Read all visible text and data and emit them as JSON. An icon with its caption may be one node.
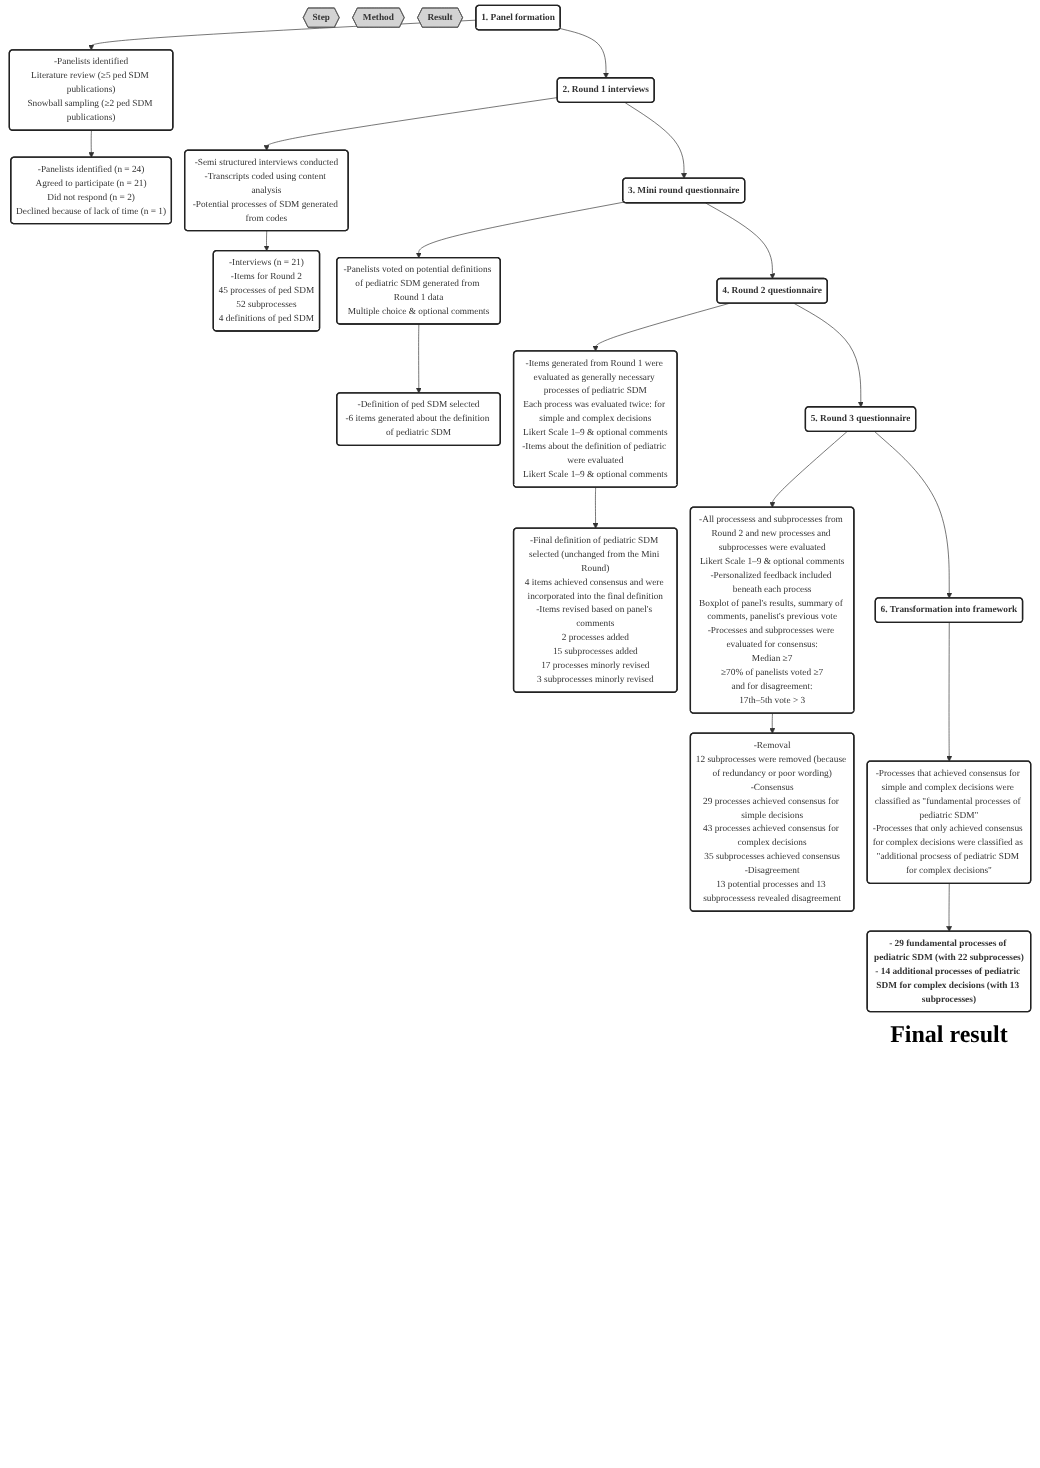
{
  "diagram": {
    "nodes": [
      {
        "text": [
          "Step"
        ]
      },
      {
        "text": [
          "Method"
        ]
      },
      {
        "text": [
          "Result"
        ]
      },
      {
        "text": [
          "1. Panel formation"
        ]
      },
      {
        "text": [
          "-Panelists identified",
          "Literature review (≥5 ped SDM publications)",
          "Snowball sampling (≥2 ped SDM publications)"
        ]
      },
      {
        "text": [
          "-Panelists identified (n = 24)",
          "Agreed to participate (n = 21)",
          "Did not respond (n = 2)",
          "Declined because of lack of time (n = 1)"
        ]
      },
      {
        "text": [
          "2. Round 1 interviews"
        ]
      },
      {
        "text": [
          "-Semi structured interviews conducted",
          "-Transcripts coded using content analysis",
          "-Potential processes of SDM generated from codes"
        ]
      },
      {
        "text": [
          "-Interviews (n = 21)",
          "-Items for Round 2",
          "45 processes of ped SDM",
          "52 subprocesses",
          "4 definitions of ped SDM"
        ]
      },
      {
        "text": [
          "3. Mini round questionnaire"
        ]
      },
      {
        "text": [
          "-Panelists voted on potential definitions of pediatric SDM generated from Round 1 data",
          "Multiple choice & optional comments"
        ]
      },
      {
        "text": [
          "-Definition of ped SDM selected",
          "-6 items generated about the definition of pediatric SDM"
        ]
      },
      {
        "text": [
          "4. Round 2 questionnaire"
        ]
      },
      {
        "text": [
          "-Items generated from Round 1 were evaluated as generally necessary processes of pediatric SDM",
          "Each process was evaluated twice: for simple and complex decisions",
          "Likert Scale 1–9 & optional comments",
          "-Items about the definition of pediatric were evaluated",
          "Likert Scale 1–9 & optional comments"
        ]
      },
      {
        "text": [
          "-Final definition of pediatric SDM selected (unchanged from the Mini Round)",
          "4 items achieved consensus and were incorporated into the final definition",
          "-Items revised based on panel's comments",
          "2 processes added",
          "15 subprocesses added",
          "17 processes minorly revised",
          "3 subprocesses minorly revised"
        ]
      },
      {
        "text": [
          "5. Round 3 questionnaire"
        ]
      },
      {
        "text": [
          "-All processess and subprocesses from Round 2 and new processes and subprocesses were evaluated",
          "Likert Scale 1–9 & optional comments",
          "-Personalized feedback included beneath each process",
          "Boxplot of panel's results, summary of comments, panelist's previous vote",
          "-Processes and subprocesses were evaluated for consensus:",
          "Median ≥7",
          "≥70% of panelists voted ≥7",
          "and for disagreement:",
          "17th–5th vote > 3"
        ]
      },
      {
        "text": [
          "-Removal",
          "12 subprocesses were removed (because of redundancy or poor wording)",
          "-Consensus",
          "29 processes achieved consensus for simple decisions",
          "43 processes achieved consensus for complex decisions",
          "35 subprocesses achieved consensus",
          "-Disagreement",
          "13 potential processes and 13 subprocessess revealed disagreement"
        ]
      },
      {
        "text": [
          "6. Transformation into framework"
        ]
      },
      {
        "text": [
          "-Processes that achieved consensus for simple and complex decisions were classified as \"fundamental processes of pediatric SDM\"",
          "-Processes that only achieved consensus for complex decisions were classified as \"additional procsess of pediatric SDM for complex decisions\""
        ]
      },
      {
        "text": [
          "- 29 fundamental processes of pediatric SDM (with 22 subprocesses)",
          "- 14 additional processes of pediatric SDM for complex decisions (with 13 subprocesses)"
        ],
        "beside": [
          "Final result"
        ]
      }
    ],
    "edges": [
      {
        "from": 3,
        "to": 4,
        "arrow": "to"
      },
      {
        "from": 4,
        "to": 5,
        "arrow": "to"
      },
      {
        "from": 3,
        "to": 6,
        "arrow": "to"
      },
      {
        "from": 6,
        "to": 7,
        "arrow": "to"
      },
      {
        "from": 7,
        "to": 8,
        "arrow": "to"
      },
      {
        "from": 6,
        "to": 9,
        "arrow": "to"
      },
      {
        "from": 9,
        "to": 10,
        "arrow": "to"
      },
      {
        "from": 10,
        "to": 11,
        "arrow": "to"
      },
      {
        "from": 9,
        "to": 12,
        "arrow": "to"
      },
      {
        "from": 12,
        "to": 13,
        "arrow": "to"
      },
      {
        "from": 13,
        "to": 14,
        "arrow": "to"
      },
      {
        "from": 12,
        "to": 15,
        "arrow": "to"
      },
      {
        "from": 15,
        "to": 16,
        "arrow": "to"
      },
      {
        "from": 16,
        "to": 17,
        "arrow": "to"
      },
      {
        "from": 15,
        "to": 18,
        "arrow": "to"
      },
      {
        "from": 18,
        "to": 19,
        "arrow": "to"
      },
      {
        "from": 19,
        "to": 20,
        "arrow": "to"
      }
    ]
  }
}
